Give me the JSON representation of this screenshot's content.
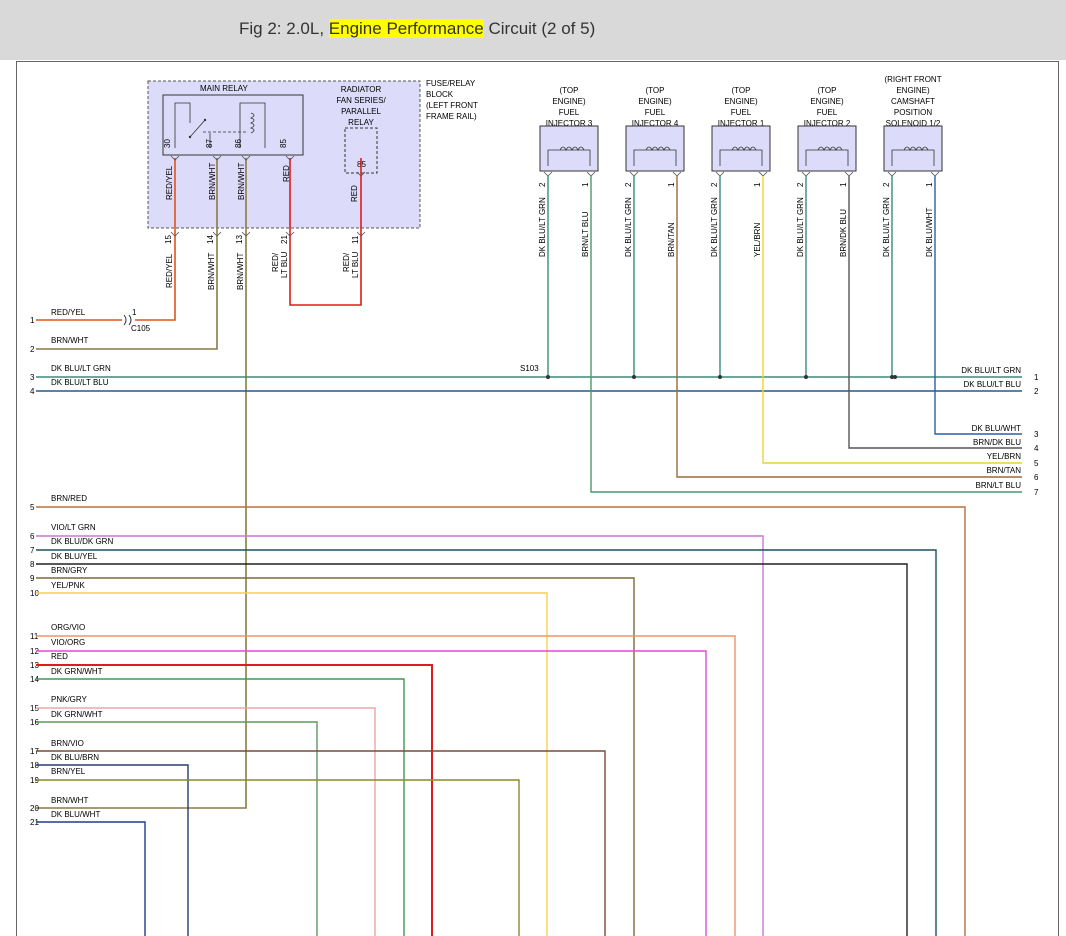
{
  "header": {
    "title_before": "Fig 2: 2.0L, ",
    "title_highlight": "Engine Performance",
    "title_after": " Circuit (2 of 5)",
    "highlight_color": "#ffff00"
  },
  "main_relay": {
    "title": "MAIN RELAY",
    "pins": [
      "30",
      "87",
      "86",
      "85"
    ],
    "wire_labels": [
      "RED/YEL",
      "BRN/WHT",
      "BRN/WHT",
      "RED"
    ]
  },
  "fan_relay": {
    "title_lines": [
      "RADIATOR",
      "FAN SERIES/",
      "PARALLEL",
      "RELAY"
    ],
    "pin": "85",
    "wire_label": "RED"
  },
  "fuse_block": {
    "title_lines": [
      "FUSE/RELAY",
      "BLOCK",
      "(LEFT FRONT",
      "FRAME RAIL)"
    ],
    "bottom_pins": [
      "15",
      "14",
      "13",
      "21",
      "11"
    ],
    "bottom_labels": [
      "RED/YEL",
      "BRN/WHT",
      "BRN/WHT"
    ],
    "red_ltblu_labels": [
      [
        "RED/",
        "LT BLU"
      ],
      [
        "RED/",
        "LT BLU"
      ]
    ]
  },
  "connector_c105": {
    "name": "C105",
    "pin": "1"
  },
  "splice_s103": {
    "name": "S103"
  },
  "components": [
    {
      "lines": [
        "(TOP",
        "ENGINE)",
        "FUEL",
        "INJECTOR 3"
      ],
      "pins": [
        "2",
        "1"
      ],
      "wires": [
        "DK BLU/LT GRN",
        "BRN/LT BLU"
      ]
    },
    {
      "lines": [
        "(TOP",
        "ENGINE)",
        "FUEL",
        "INJECTOR 4"
      ],
      "pins": [
        "2",
        "1"
      ],
      "wires": [
        "DK BLU/LT GRN",
        "BRN/TAN"
      ]
    },
    {
      "lines": [
        "(TOP",
        "ENGINE)",
        "FUEL",
        "INJECTOR 1"
      ],
      "pins": [
        "2",
        "1"
      ],
      "wires": [
        "DK BLU/LT GRN",
        "YEL/BRN"
      ]
    },
    {
      "lines": [
        "(TOP",
        "ENGINE)",
        "FUEL",
        "INJECTOR 2"
      ],
      "pins": [
        "2",
        "1"
      ],
      "wires": [
        "DK BLU/LT GRN",
        "BRN/DK BLU"
      ]
    },
    {
      "lines": [
        "(RIGHT FRONT",
        "ENGINE)",
        "CAMSHAFT",
        "POSITION",
        "SOLENOID 1/2"
      ],
      "pins": [
        "2",
        "1"
      ],
      "wires": [
        "DK BLU/LT GRN",
        "DK BLU/WHT"
      ]
    }
  ],
  "left_wires": [
    {
      "num": "1",
      "label": "RED/YEL",
      "color": "#e0541a"
    },
    {
      "num": "2",
      "label": "BRN/WHT",
      "color": "#8c7a45"
    },
    {
      "num": "3",
      "label": "DK BLU/LT GRN",
      "color": "#3d8a7a"
    },
    {
      "num": "4",
      "label": "DK BLU/LT BLU",
      "color": "#1f5b8f"
    },
    {
      "num": "5",
      "label": "BRN/RED",
      "color": "#b7703f"
    },
    {
      "num": "6",
      "label": "VIO/LT GRN",
      "color": "#cc77d6"
    },
    {
      "num": "7",
      "label": "DK BLU/DK GRN",
      "color": "#1e4f5e"
    },
    {
      "num": "8",
      "label": "DK BLU/YEL",
      "color": "#222222"
    },
    {
      "num": "9",
      "label": "BRN/GRY",
      "color": "#7a6a38"
    },
    {
      "num": "10",
      "label": "YEL/PNK",
      "color": "#f4d24a"
    },
    {
      "num": "11",
      "label": "ORG/VIO",
      "color": "#e8956a"
    },
    {
      "num": "12",
      "label": "VIO/ORG",
      "color": "#e14ad6"
    },
    {
      "num": "13",
      "label": "RED",
      "color": "#e01b1b"
    },
    {
      "num": "14",
      "label": "DK GRN/WHT",
      "color": "#3f9a52"
    },
    {
      "num": "15",
      "label": "PNK/GRY",
      "color": "#e6a8a8"
    },
    {
      "num": "16",
      "label": "DK GRN/WHT",
      "color": "#5f9a5a"
    },
    {
      "num": "17",
      "label": "BRN/VIO",
      "color": "#7a4a3a"
    },
    {
      "num": "18",
      "label": "DK BLU/BRN",
      "color": "#263d6a"
    },
    {
      "num": "19",
      "label": "BRN/YEL",
      "color": "#8a8a2a"
    },
    {
      "num": "20",
      "label": "BRN/WHT",
      "color": "#8c7a45"
    },
    {
      "num": "21",
      "label": "DK BLU/WHT",
      "color": "#1f3f8a"
    }
  ],
  "right_wires": [
    {
      "num": "1",
      "label": "DK BLU/LT GRN",
      "color": "#3d8a7a"
    },
    {
      "num": "2",
      "label": "DK BLU/LT BLU",
      "color": "#1f5b8f"
    },
    {
      "num": "3",
      "label": "DK BLU/WHT",
      "color": "#2a5fa8"
    },
    {
      "num": "4",
      "label": "BRN/DK BLU",
      "color": "#555555"
    },
    {
      "num": "5",
      "label": "YEL/BRN",
      "color": "#e8d42a"
    },
    {
      "num": "6",
      "label": "BRN/TAN",
      "color": "#9a6a3a"
    },
    {
      "num": "7",
      "label": "BRN/LT BLU",
      "color": "#4a9a6a"
    }
  ]
}
